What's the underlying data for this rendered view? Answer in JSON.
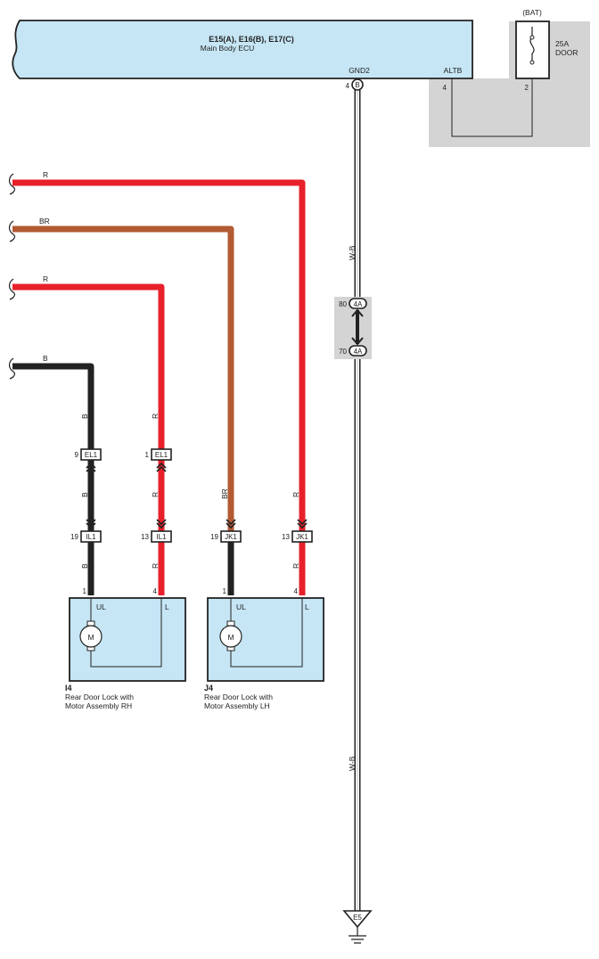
{
  "ecu": {
    "title": "E15(A), E16(B), E17(C)",
    "subtitle": "Main Body ECU",
    "gnd_label": "GND2",
    "altb_label": "ALTB",
    "gnd_pin": "4",
    "gnd_conn": "B"
  },
  "fuse": {
    "source": "(BAT)",
    "rating": "25A",
    "name": "DOOR",
    "pin_left": "4",
    "pin_right": "2"
  },
  "left_wires": {
    "w1": "R",
    "w2": "BR",
    "w3": "R",
    "w4": "B"
  },
  "junction": {
    "pin_top": "80",
    "conn_top": "4A",
    "pin_bottom": "70",
    "conn_bottom": "4A"
  },
  "ground": {
    "wire_upper": "W-B",
    "wire_lower": "W-B",
    "id": "E5"
  },
  "wire_colors": {
    "R": "#e8202a",
    "BR": "#b25a32",
    "B": "#222222",
    "W-B": "#9a9a9a"
  },
  "circuits": {
    "rh_ul": {
      "wire_top": "B",
      "conn_el": "EL1",
      "pin_el": "9",
      "wire_mid": "B",
      "conn_il": "IL1",
      "pin_il": "19",
      "wire_bot": "B",
      "pin_motor": "1"
    },
    "rh_l": {
      "wire_top": "R",
      "conn_el": "EL1",
      "pin_el": "1",
      "wire_mid": "R",
      "conn_il": "IL1",
      "pin_il": "13",
      "wire_bot": "R",
      "pin_motor": "4"
    },
    "lh_ul": {
      "wire_top": "BR",
      "conn_jk": "JK1",
      "pin_jk": "19",
      "wire_bot": "B",
      "pin_motor": "1"
    },
    "lh_l": {
      "wire_top": "R",
      "conn_jk": "JK1",
      "pin_jk": "13",
      "wire_bot": "R",
      "pin_motor": "4"
    }
  },
  "motors": {
    "rh": {
      "id": "I4",
      "name_line1": "Rear Door Lock with",
      "name_line2": "Motor Assembly RH",
      "term_ul": "UL",
      "term_l": "L",
      "symbol": "M"
    },
    "lh": {
      "id": "J4",
      "name_line1": "Rear Door Lock with",
      "name_line2": "Motor Assembly LH",
      "term_ul": "UL",
      "term_l": "L",
      "symbol": "M"
    }
  }
}
